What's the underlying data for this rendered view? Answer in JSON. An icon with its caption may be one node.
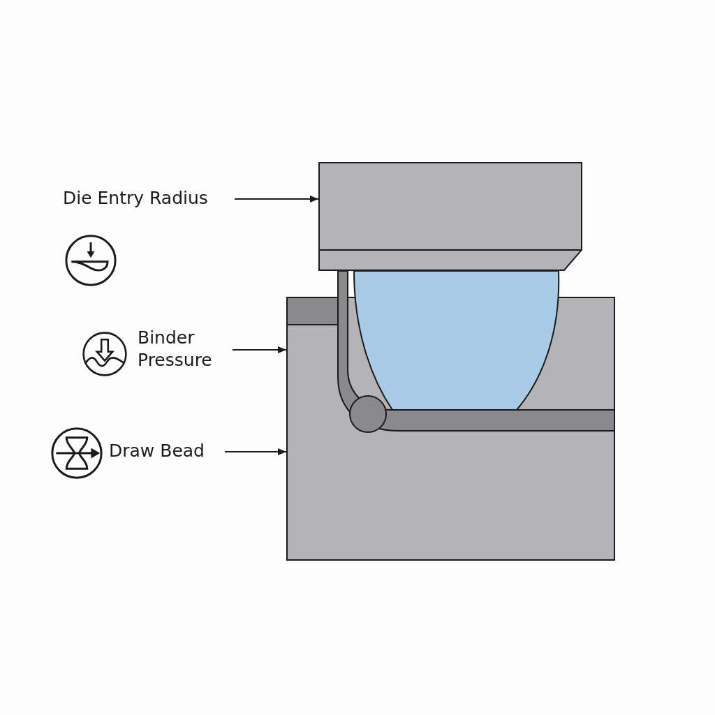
{
  "diagram": {
    "nodes": [
      {
        "text": [
          "Die Entry Radius"
        ]
      },
      {
        "text": [],
        "shape": "box"
      },
      {
        "text": [
          "Binder Pressure"
        ]
      },
      {
        "text": [
          "Draw Bead"
        ]
      },
      {
        "text": [],
        "shape": "box"
      }
    ],
    "edges": [
      {
        "from": 0,
        "to": 1,
        "arrow": "to"
      },
      {
        "from": 2,
        "to": 4,
        "arrow": "to"
      },
      {
        "from": 3,
        "to": 4,
        "arrow": "to"
      }
    ]
  }
}
